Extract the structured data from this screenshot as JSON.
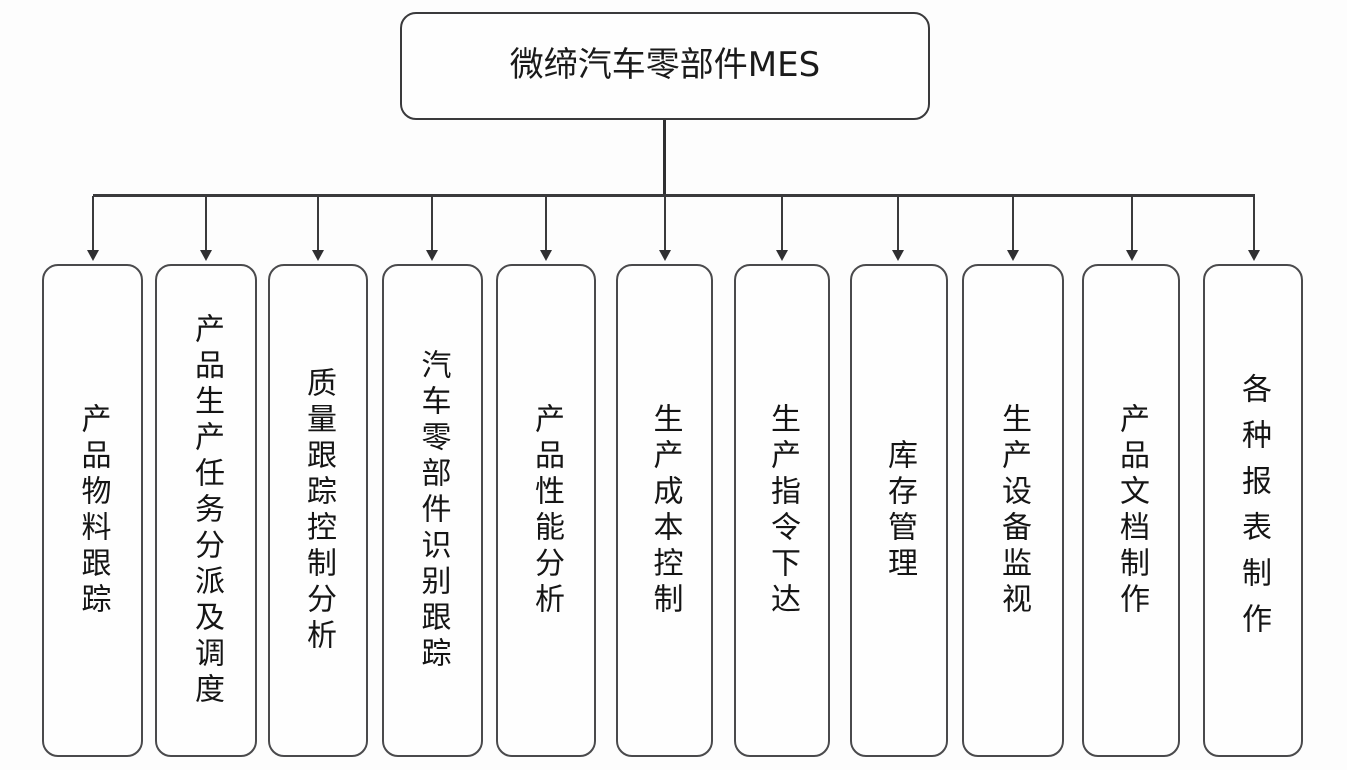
{
  "diagram": {
    "title": "微缔汽车零部件MES",
    "root": {
      "label": "微缔汽车零部件MES"
    },
    "colors": {
      "background": "#fdfdfd",
      "box_fill": "#fefefe",
      "box_border": "#4a4a4c",
      "root_border": "#3a3a3c",
      "connector": "#3a3a3c",
      "text": "#151515"
    },
    "children": [
      {
        "label": "产品物料跟踪"
      },
      {
        "label": "产品生产任务分派及调度"
      },
      {
        "label": "质量跟踪控制分析"
      },
      {
        "label": "汽车零部件识别跟踪"
      },
      {
        "label": "产品性能分析"
      },
      {
        "label": "生产成本控制"
      },
      {
        "label": "生产指令下达"
      },
      {
        "label": "库存管理"
      },
      {
        "label": "生产设备监视"
      },
      {
        "label": "产品文档制作"
      },
      {
        "label": "各种报表制作"
      }
    ]
  }
}
